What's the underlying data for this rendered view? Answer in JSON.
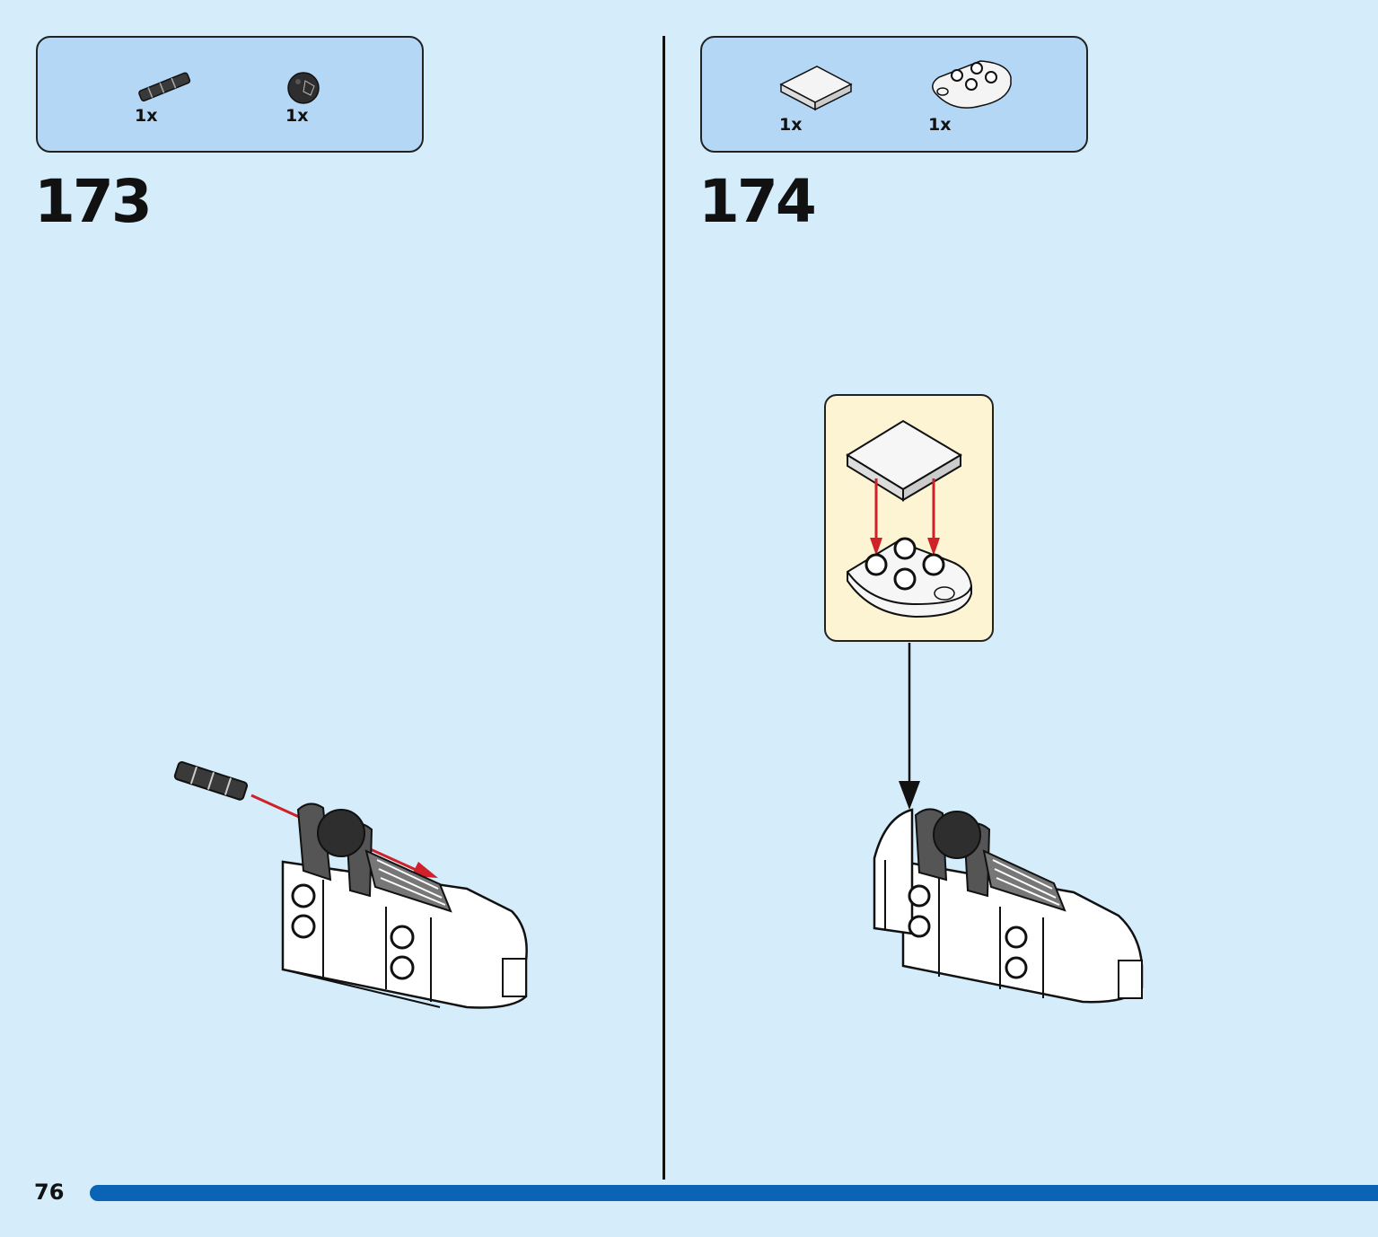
{
  "steps": [
    {
      "number": "173",
      "parts": [
        {
          "icon": "bar-holder-icon",
          "qty": "1x"
        },
        {
          "icon": "black-ball-joint-icon",
          "qty": "1x"
        }
      ]
    },
    {
      "number": "174",
      "parts": [
        {
          "icon": "white-tile-2x2-icon",
          "qty": "1x"
        },
        {
          "icon": "white-rounded-plate-icon",
          "qty": "1x"
        }
      ]
    }
  ],
  "page": {
    "number": "76",
    "progress": 1.0
  },
  "colors": {
    "background": "#d5ecfb",
    "parts_box": "#b3d7f4",
    "callout": "#fdf4d3",
    "progress_bar": "#0a63b5",
    "arrow_red": "#d0202a"
  }
}
